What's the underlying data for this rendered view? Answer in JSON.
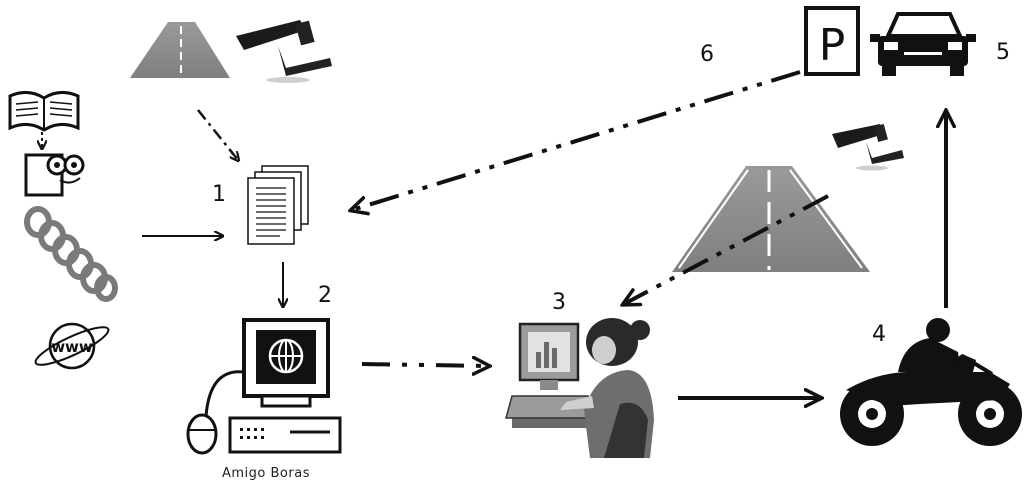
{
  "labels": {
    "step1": "1",
    "step2": "2",
    "step3": "3",
    "step4": "4",
    "step5": "5",
    "step6": "6",
    "computer_caption": "Amigo Boras",
    "parking_sign": "P",
    "www_text": "www"
  },
  "icons": [
    "road-icon",
    "cctv-camera-icon",
    "open-book-icon",
    "clipboard-character-icon",
    "chain-icon",
    "www-globe-icon",
    "documents-icon",
    "computer-icon",
    "operator-at-desk-icon",
    "motorcycle-icon",
    "parking-sign-icon",
    "car-icon"
  ],
  "colors": {
    "ink": "#111111",
    "road": "#8f8f8f",
    "line_white": "#ffffff"
  }
}
